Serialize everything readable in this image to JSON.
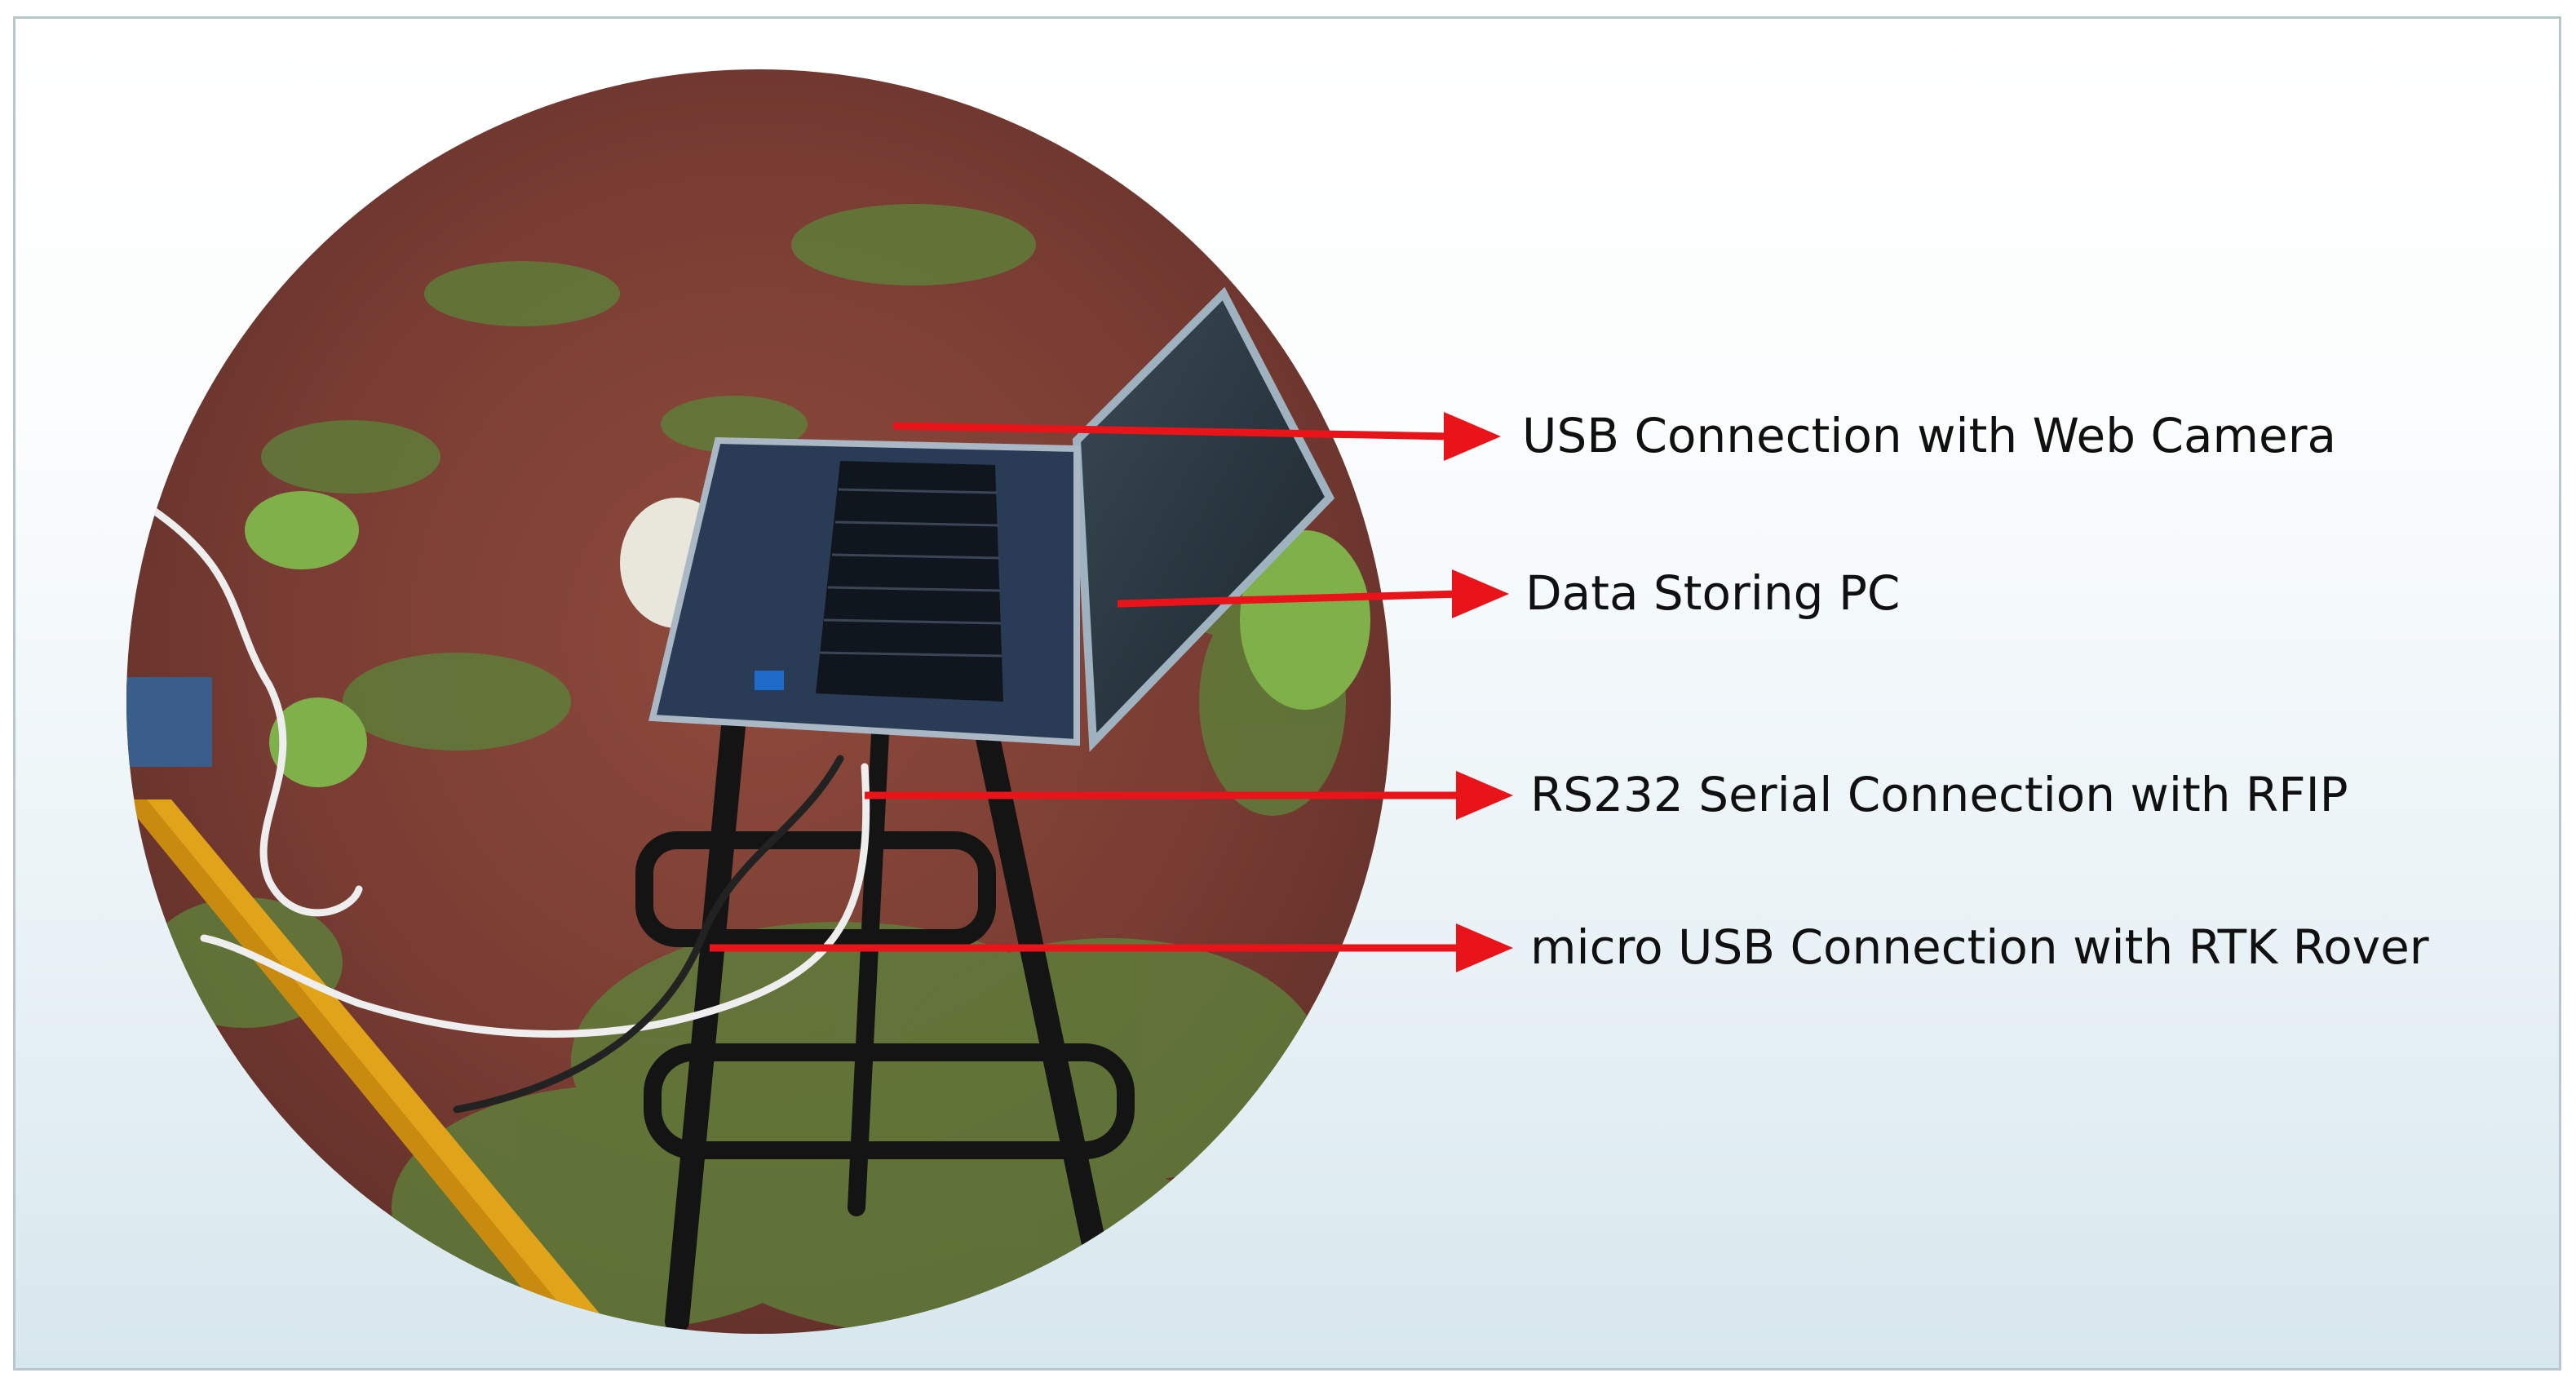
{
  "labels": {
    "web_camera": "USB Connection with Web Camera",
    "data_pc": "Data Storing PC",
    "rs232": "RS232 Serial Connection with RFIP",
    "rtk_rover": "micro USB Connection with RTK Rover"
  },
  "colors": {
    "arrow": "#e8141a",
    "frame_border": "#b9c6cc"
  }
}
